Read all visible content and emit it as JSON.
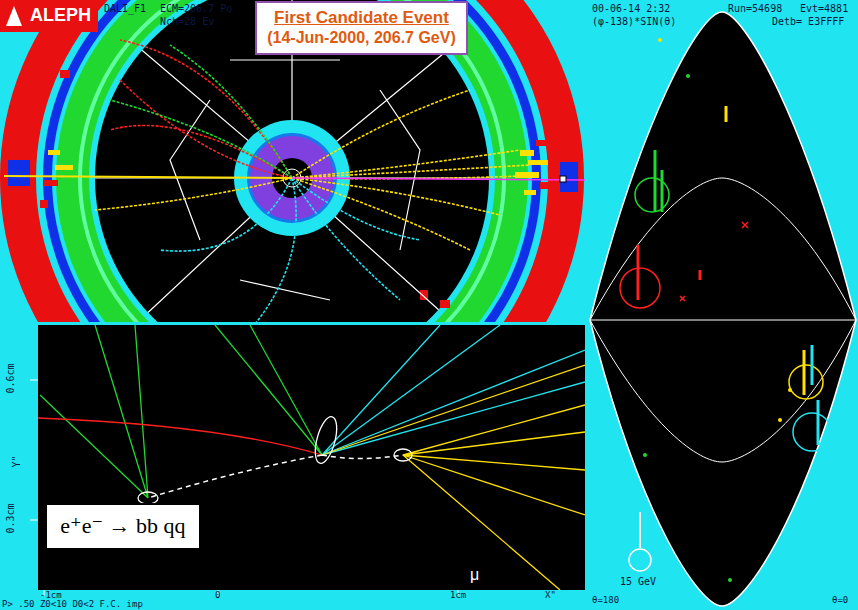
{
  "diagram": {
    "nodes": [
      {
        "text": [
          "First Candidate Event",
          "(14-Jun-2000, 206.7 GeV)"
        ]
      },
      {
        "text": [
          "e⁺e⁻ → bb qq"
        ]
      }
    ],
    "labels": [
      "ALEPH",
      "DALI_F1",
      "ECM=206.7 Po",
      "Nch=28 Ev",
      "Run=54698",
      "Evt=4881",
      "00-06-14 2:32",
      "Detb= E3FFFF",
      "(φ-138)*SIN(θ)",
      "15 GeV",
      "θ=180",
      "θ=0",
      "0.6cm",
      "Y\"",
      "0.3cm",
      "-1cm",
      "0",
      "1cm",
      "X\"",
      "μ",
      "P> .50 Z0<10 D0<2 F.C. imp"
    ]
  }
}
